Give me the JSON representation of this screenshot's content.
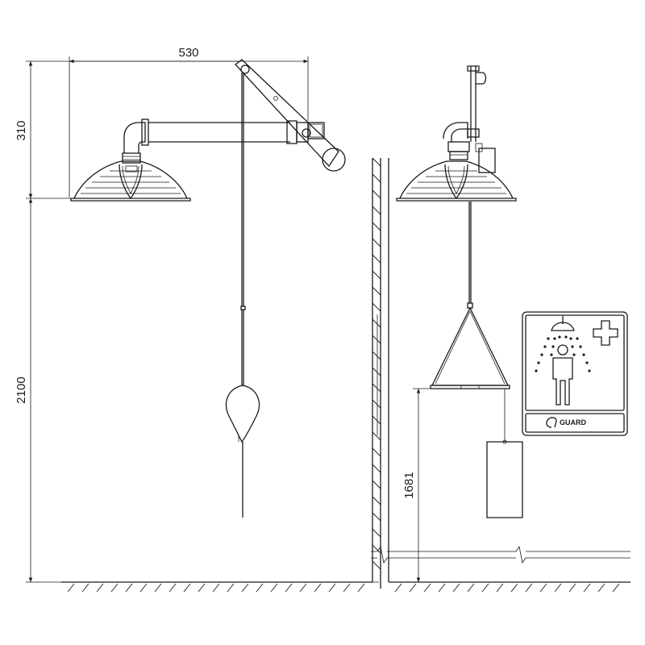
{
  "dimensions": {
    "width_label": "530",
    "head_height_label": "310",
    "mount_height_label": "2100",
    "handle_height_label": "1681"
  },
  "sign": {
    "plus_symbol": "✚",
    "brand_logo": "GUARD"
  }
}
